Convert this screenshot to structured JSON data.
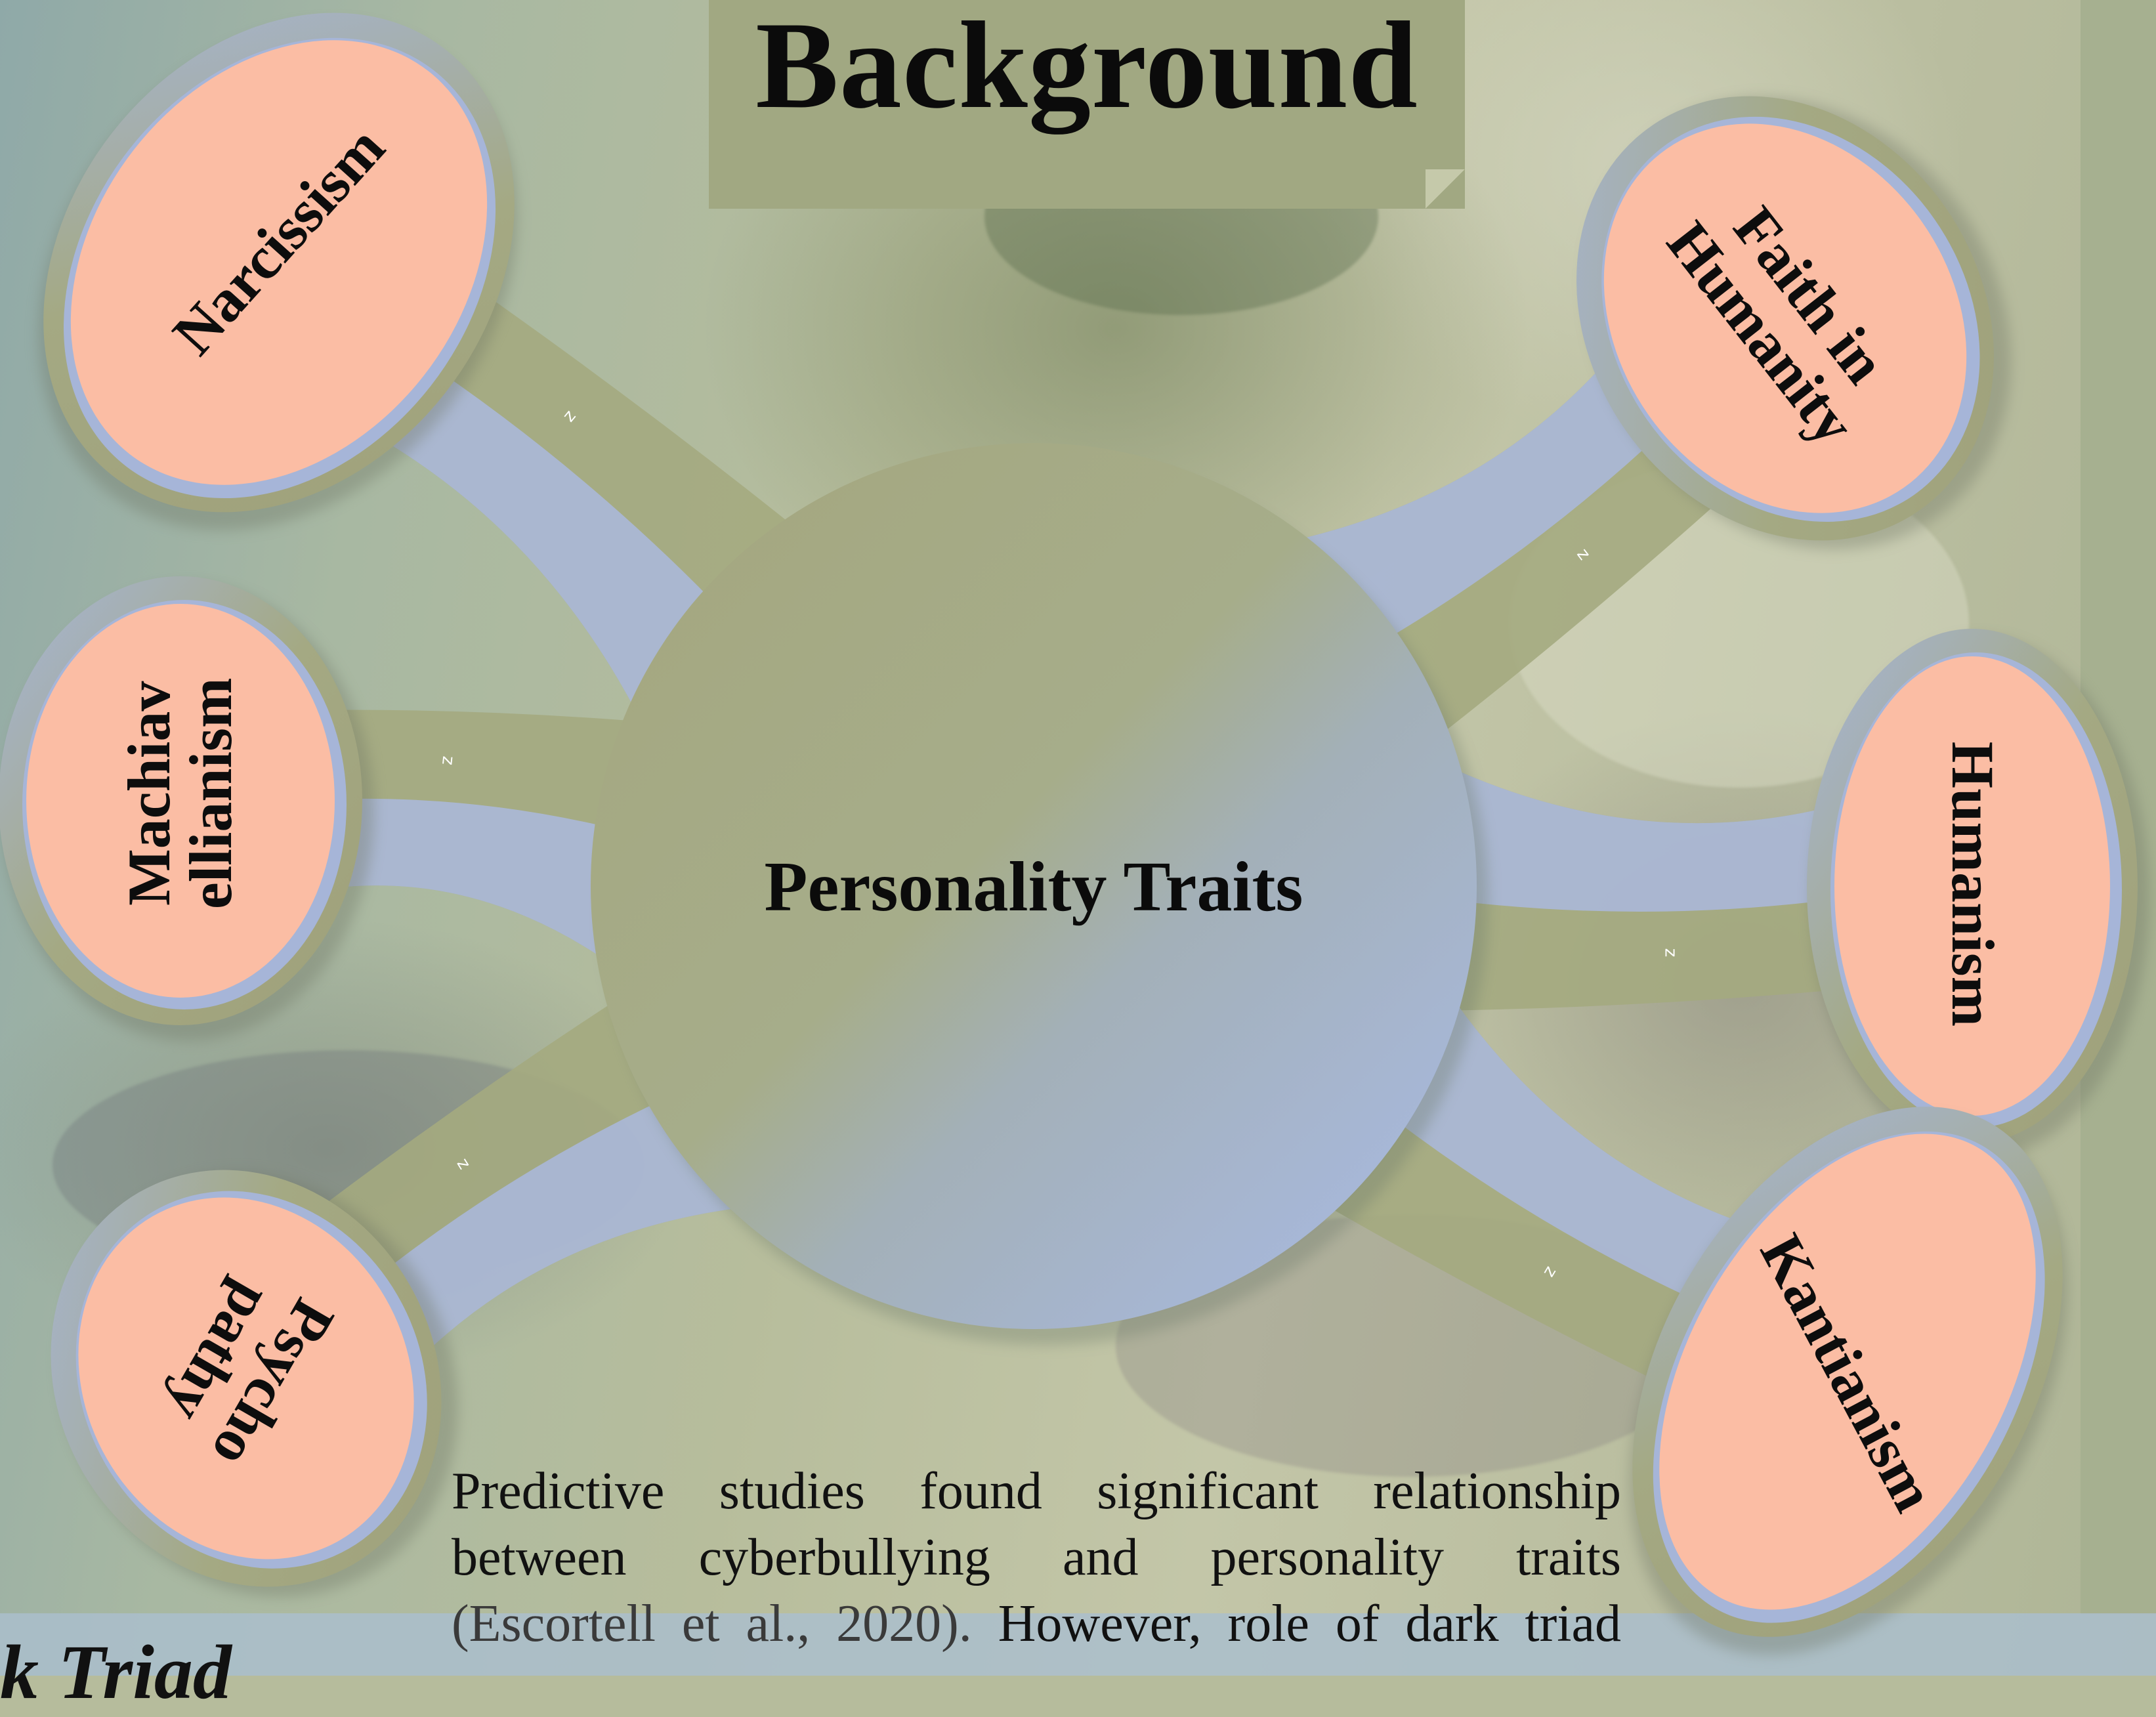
{
  "title": "Background",
  "hub": {
    "label": "Personality Traits"
  },
  "nodes": [
    {
      "id": "narcissism",
      "label": "Narcissism"
    },
    {
      "id": "machiavellianism",
      "label": "Machiav\nellianism"
    },
    {
      "id": "psychopathy",
      "label": "Psycho\npathy"
    },
    {
      "id": "faith-in-humanity",
      "label": "Faith in\nHumanity"
    },
    {
      "id": "humanism",
      "label": "Humanism"
    },
    {
      "id": "kantianism",
      "label": "Kantianism"
    }
  ],
  "connector_marks": [
    "z",
    "z",
    "z",
    "z",
    "z",
    "z"
  ],
  "body": {
    "line1": "Predictive studies found significant relationship",
    "line2": "between cyberbullying and personality traits",
    "line3_citation": "(Escortell et al., 2020).",
    "line3_rest": " However, role of dark triad"
  },
  "cut_heading": "k Triad",
  "colors": {
    "hub": "#a4a67e",
    "hub_light": "#a9bbe8",
    "node_fill": "#fbbda4",
    "node_ring_olive": "#a0a27c",
    "node_ring_blue": "#a6b5d8",
    "connector_olive": "#a4aa80",
    "connector_blue": "#aab8de",
    "title_box": "#a1a882"
  }
}
